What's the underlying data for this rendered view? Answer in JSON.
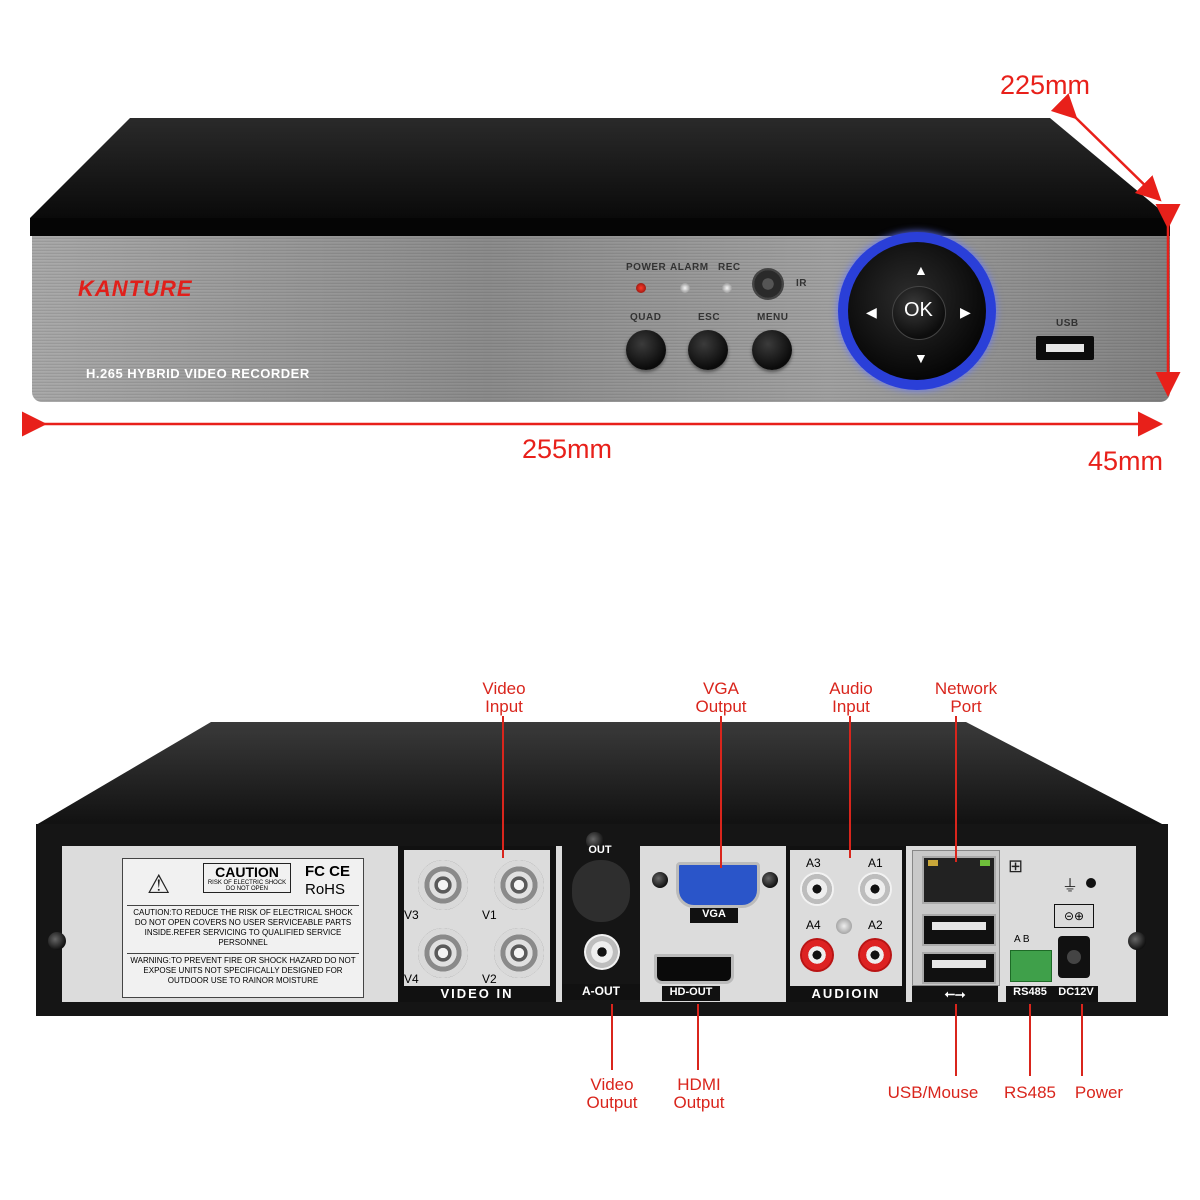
{
  "dimensions": {
    "depth": "225mm",
    "width": "255mm",
    "height": "45mm"
  },
  "front": {
    "brand": "KANTURE",
    "model_text": "H.265 HYBRID VIDEO RECORDER",
    "led_labels": {
      "power": "POWER",
      "alarm": "ALARM",
      "rec": "REC"
    },
    "ir_label": "IR",
    "button_labels": {
      "quad": "QUAD",
      "esc": "ESC",
      "menu": "MENU"
    },
    "ok_label": "OK",
    "usb_label": "USB"
  },
  "rear": {
    "caution": {
      "title": "CAUTION",
      "sub1": "RISK OF ELECTRIC SHOCK",
      "sub2": "DO NOT OPEN",
      "marks": "FC CE",
      "rohs": "RoHS",
      "text1": "CAUTION:TO REDUCE THE RISK OF ELECTRICAL SHOCK DO NOT OPEN COVERS NO USER SERVICEABLE PARTS INSIDE.REFER SERVICING TO QUALIFIED SERVICE PERSONNEL",
      "text2": "WARNING:TO PREVENT FIRE OR SHOCK HAZARD DO NOT EXPOSE UNITS NOT SPECIFICALLY DESIGNED FOR OUTDOOR USE TO RAINOR MOISTURE"
    },
    "video_in": {
      "label": "VIDEO IN",
      "v1": "V1",
      "v2": "V2",
      "v3": "V3",
      "v4": "V4"
    },
    "aout_top": "OUT",
    "aout_label": "A-OUT",
    "vga_label": "VGA",
    "hdout_label": "HD-OUT",
    "audio_in": {
      "label": "AUDIOIN",
      "a1": "A1",
      "a2": "A2",
      "a3": "A3",
      "a4": "A4"
    },
    "rs485_label": "RS485",
    "rs485_ab": "A   B",
    "dc_label": "DC12V"
  },
  "callouts": {
    "video_input": "Video\nInput",
    "vga_output": "VGA\nOutput",
    "audio_input": "Audio\nInput",
    "network_port": "Network\nPort",
    "video_output": "Video\nOutput",
    "hdmi_output": "HDMI\nOutput",
    "usb_mouse": "USB/Mouse",
    "rs485": "RS485",
    "power": "Power"
  },
  "colors": {
    "callout_red": "#d9251c",
    "ring_blue": "#2a3fd8",
    "brand_red": "#e0201b"
  }
}
